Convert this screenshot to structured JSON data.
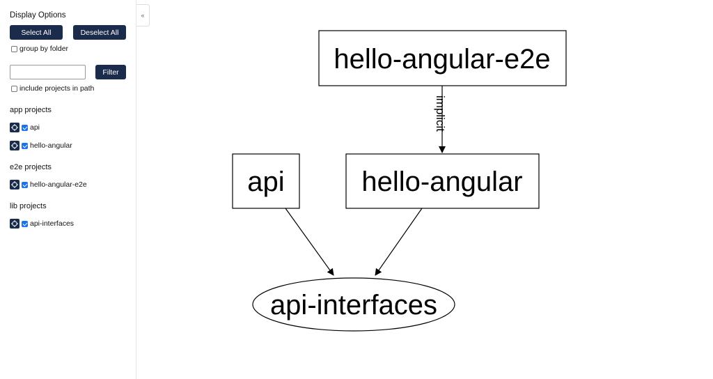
{
  "sidebar": {
    "title": "Display Options",
    "select_all_label": "Select All",
    "deselect_all_label": "Deselect All",
    "group_by_folder_label": "group by folder",
    "group_by_folder_checked": false,
    "filter_input_value": "",
    "filter_button_label": "Filter",
    "include_projects_in_path_label": "include projects in path",
    "include_projects_in_path_checked": false,
    "sections": [
      {
        "heading": "app projects",
        "projects": [
          {
            "name": "api",
            "checked": true
          },
          {
            "name": "hello-angular",
            "checked": true
          }
        ]
      },
      {
        "heading": "e2e projects",
        "projects": [
          {
            "name": "hello-angular-e2e",
            "checked": true
          }
        ]
      },
      {
        "heading": "lib projects",
        "projects": [
          {
            "name": "api-interfaces",
            "checked": true
          }
        ]
      }
    ],
    "collapse_glyph": "«"
  },
  "graph": {
    "nodes": [
      {
        "id": "hello-angular-e2e",
        "label": "hello-angular-e2e",
        "shape": "box"
      },
      {
        "id": "api",
        "label": "api",
        "shape": "box"
      },
      {
        "id": "hello-angular",
        "label": "hello-angular",
        "shape": "box"
      },
      {
        "id": "api-interfaces",
        "label": "api-interfaces",
        "shape": "ellipse"
      }
    ],
    "edges": [
      {
        "from": "hello-angular-e2e",
        "to": "hello-angular",
        "label": "implicit"
      },
      {
        "from": "api",
        "to": "api-interfaces",
        "label": ""
      },
      {
        "from": "hello-angular",
        "to": "api-interfaces",
        "label": ""
      }
    ],
    "icons": {
      "focus": "crosshair-icon",
      "collapse": "double-chevron-left-icon"
    }
  }
}
